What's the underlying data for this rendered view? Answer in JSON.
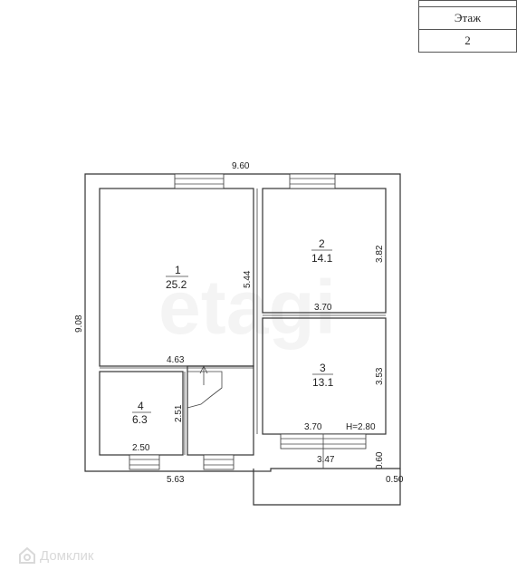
{
  "table": {
    "header": "Этаж",
    "value": "2"
  },
  "watermark": "etagi",
  "brand": "Домклик",
  "dimensions": {
    "top_width": "9.60",
    "left_height": "9.08",
    "partition_1": "5.44",
    "room1_bottom": "4.63",
    "room4_height": "2.51",
    "room4_width": "2.50",
    "bottom_left": "5.63",
    "room2_height": "3.82",
    "room2_width": "3.70",
    "room3_height": "3.53",
    "room3_width": "3.70",
    "ceiling": "H=2.80",
    "balcony_width": "3.47",
    "balcony_depth": "0.60",
    "balcony_side": "0.50"
  },
  "rooms": [
    {
      "number": "1",
      "area": "25.2"
    },
    {
      "number": "2",
      "area": "14.1"
    },
    {
      "number": "3",
      "area": "13.1"
    },
    {
      "number": "4",
      "area": "6.3"
    }
  ]
}
